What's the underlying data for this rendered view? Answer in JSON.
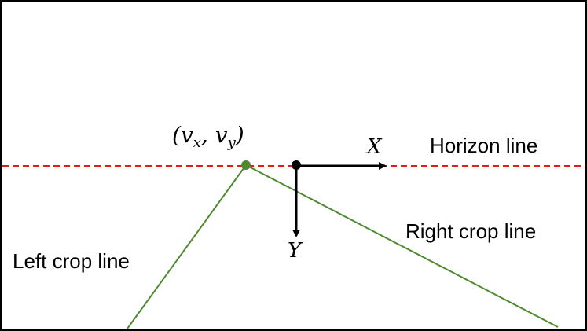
{
  "labels": {
    "horizon_line": "Horizon line",
    "right_crop_line": "Right crop line",
    "left_crop_line": "Left crop line",
    "axis_x": "X",
    "axis_y": "Y",
    "vanishing_point": {
      "open": "(",
      "v1": "v",
      "sub1": "x",
      "comma": ", ",
      "v2": "v",
      "sub2": "y",
      "close": ")"
    }
  },
  "colors": {
    "horizon_line": "#e8191c",
    "crop_lines": "#4e8a2f",
    "vanishing_point": "#4e8a2f",
    "axes": "#000000",
    "frame": "#000000"
  }
}
